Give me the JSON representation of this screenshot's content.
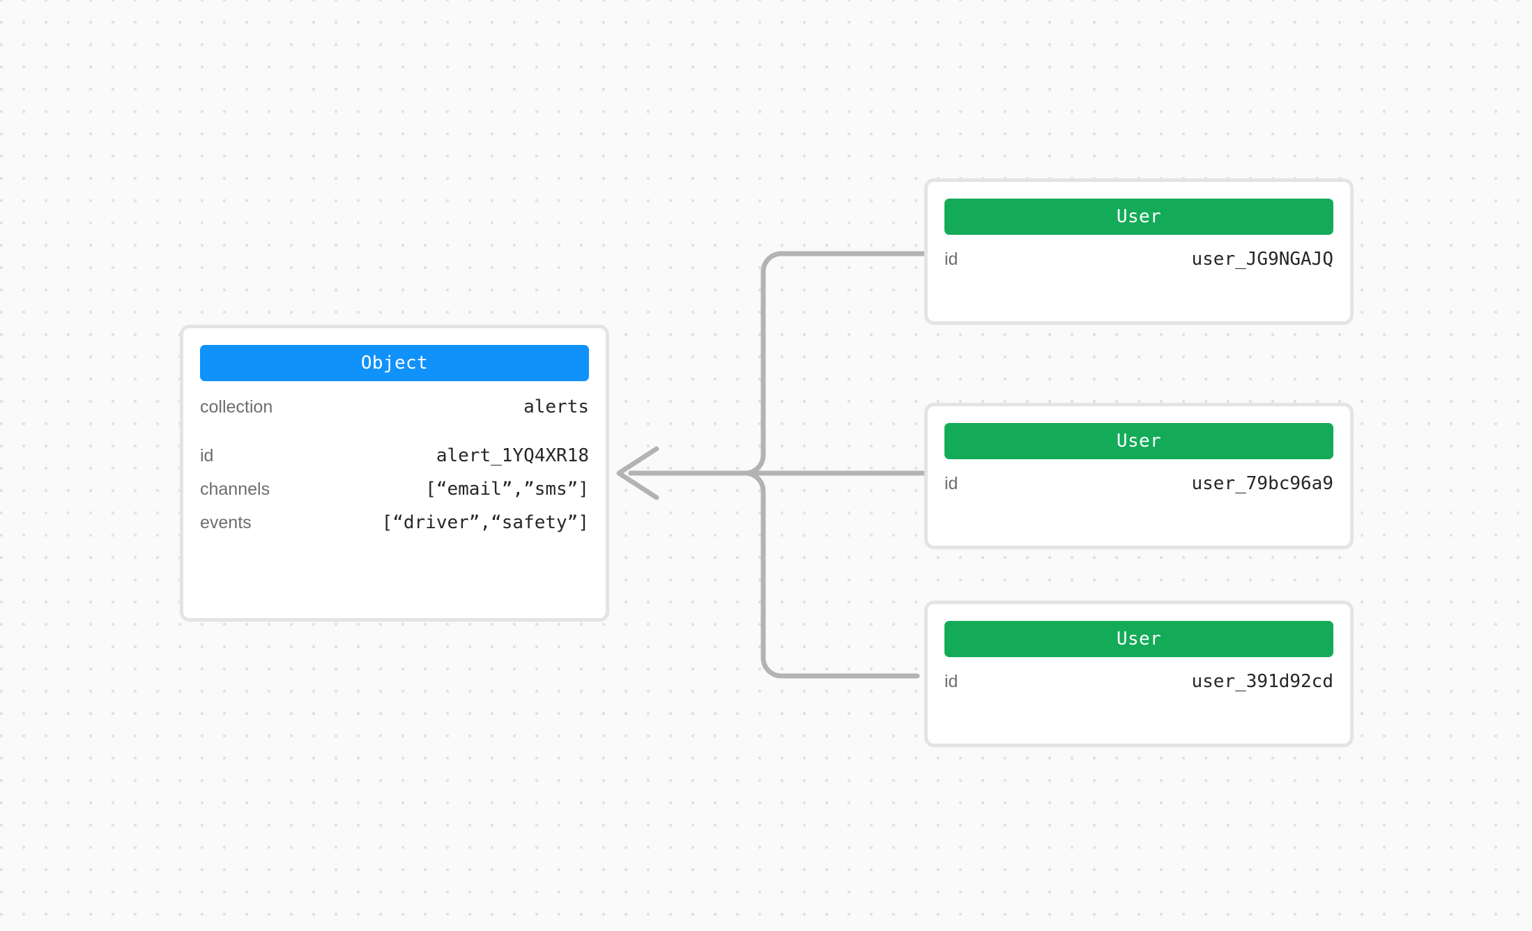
{
  "canvas": {
    "background_color": "#fafafa",
    "dot_color": "#e2e2e2"
  },
  "colors": {
    "object_accent": "#1192fb",
    "user_accent": "#14ab58",
    "card_border": "#e4e4e4",
    "edge_stroke": "#b3b3b3",
    "label_text": "#6d6d6d",
    "value_text": "#262626"
  },
  "nodes": {
    "object": {
      "type_label": "Object",
      "rows_primary": [
        {
          "key": "collection",
          "value": "alerts"
        }
      ],
      "rows_secondary": [
        {
          "key": "id",
          "value": "alert_1YQ4XR18"
        },
        {
          "key": "channels",
          "value": "[“email”,”sms”]"
        },
        {
          "key": "events",
          "value": "[“driver”,“safety”]"
        }
      ]
    },
    "users": [
      {
        "type_label": "User",
        "rows": [
          {
            "key": "id",
            "value": "user_JG9NGAJQ"
          }
        ]
      },
      {
        "type_label": "User",
        "rows": [
          {
            "key": "id",
            "value": "user_79bc96a9"
          }
        ]
      },
      {
        "type_label": "User",
        "rows": [
          {
            "key": "id",
            "value": "user_391d92cd"
          }
        ]
      }
    ]
  },
  "edges": [
    {
      "from": "user-1",
      "to": "object",
      "style": "orthogonal-rounded",
      "arrow": "open-left"
    },
    {
      "from": "user-2",
      "to": "object",
      "style": "straight",
      "arrow": "open-left"
    },
    {
      "from": "user-3",
      "to": "object",
      "style": "orthogonal-rounded",
      "arrow": "open-left"
    }
  ]
}
